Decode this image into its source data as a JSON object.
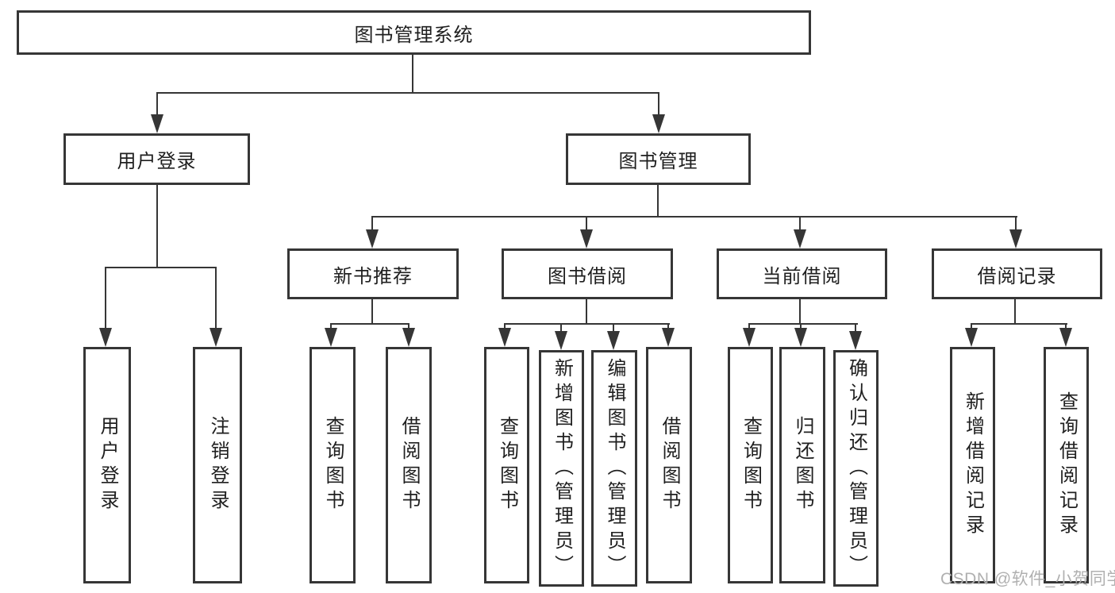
{
  "diagram_title": "图书管理系统",
  "colors": {
    "line": "#363636",
    "border": "#363636",
    "text": "#1f1f1f",
    "watermark": "#b0b0b0",
    "background": "#ffffff"
  },
  "nodes": {
    "root": "图书管理系统",
    "branches": [
      "用户登录",
      "图书管理"
    ],
    "modules": [
      "新书推荐",
      "图书借阅",
      "当前借阅",
      "借阅记录"
    ],
    "leaves": {
      "user_login": [
        "用户登录",
        "注销登录"
      ],
      "new_book": [
        "查询图书",
        "借阅图书"
      ],
      "book_borrow": [
        "查询图书",
        "新增图书（管理员）",
        "编辑图书（管理员）",
        "借阅图书"
      ],
      "current_borrow": [
        "查询图书",
        "归还图书",
        "确认归还（管理员）"
      ],
      "borrow_record": [
        "新增借阅记录",
        "查询借阅记录"
      ]
    }
  },
  "watermark": "CSDN @软件_小贺同学"
}
